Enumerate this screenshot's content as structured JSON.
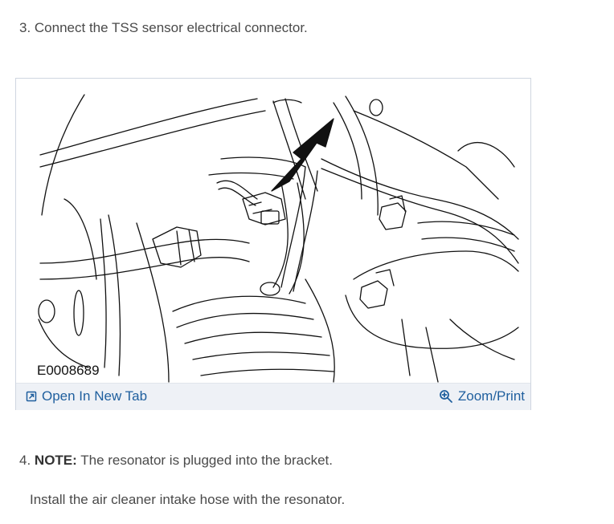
{
  "steps": {
    "step3": {
      "text": "3. Connect the TSS sensor electrical connector."
    },
    "step4": {
      "number": "4.",
      "note_label": "NOTE:",
      "note_text": " The resonator is plugged into the bracket.",
      "body": "Install the air cleaner intake hose with the resonator."
    }
  },
  "figure": {
    "id": "E0008689",
    "open_tab_label": "Open In New Tab",
    "zoom_label": "Zoom/Print",
    "icons": {
      "open_tab": "open-in-new-tab-icon",
      "zoom": "zoom-magnifier-icon"
    },
    "link_color": "#1f5f9e",
    "bar_color": "#eef1f6"
  }
}
